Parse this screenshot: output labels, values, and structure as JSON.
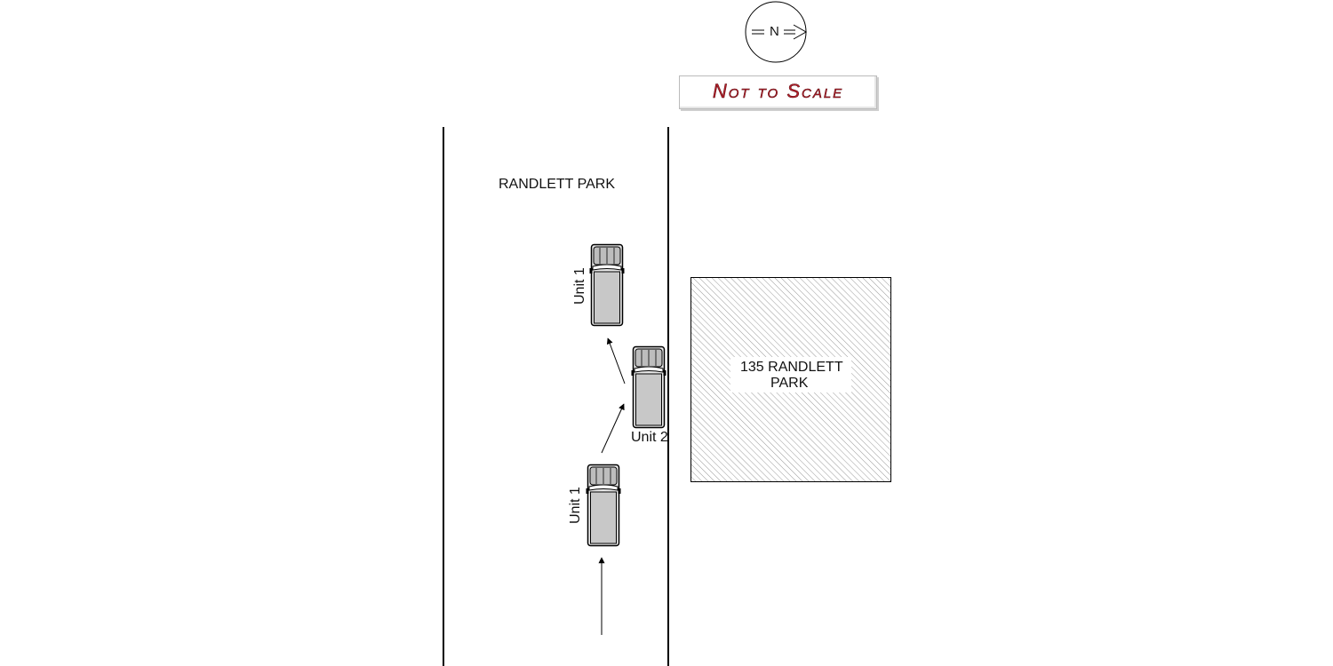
{
  "compass": {
    "letter": "N",
    "icon": "north-arrow-icon"
  },
  "scale_note": "Not to Scale",
  "street_label": "RANDLETT PARK",
  "building_label_line1": "135 RANDLETT",
  "building_label_line2": "PARK",
  "vehicles": {
    "unit1_a": "Unit 1",
    "unit2": "Unit 2",
    "unit1_b": "Unit 1"
  },
  "colors": {
    "line": "#000000",
    "vehicle_body": "#c8c8c8",
    "scale_text": "#b3202a",
    "building_hatch": "#9a9a9a"
  }
}
